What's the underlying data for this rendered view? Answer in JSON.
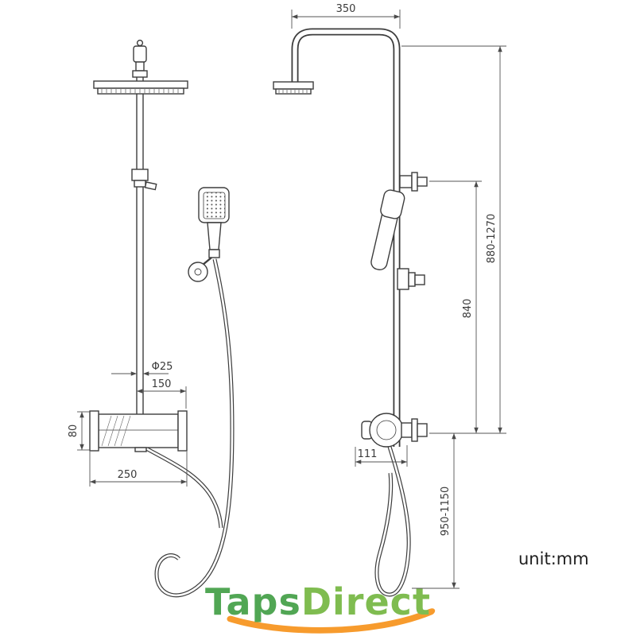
{
  "page": {
    "background": "#ffffff",
    "unit_label": "unit:mm"
  },
  "watermark": {
    "part1": "Taps",
    "part2": "Direct",
    "color1": "#44a048",
    "color2": "#76b843",
    "swoosh_color": "#f7941e"
  },
  "dimensions": {
    "top_width": "350",
    "overall_height": "880-1270",
    "riser_height": "840",
    "hose_length": "950-1150",
    "valve_offset": "111",
    "mixer_width": "250",
    "mixer_height": "80",
    "head_offset": "150",
    "pipe_diameter": "Φ25"
  }
}
